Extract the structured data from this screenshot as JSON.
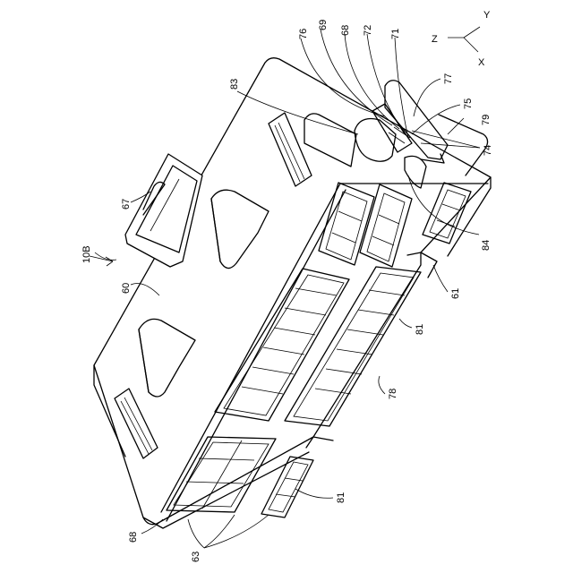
{
  "figure": {
    "reference_labels": {
      "r10B": "10B",
      "r60": "60",
      "r61": "61",
      "r63": "63",
      "r67": "67",
      "r68a": "68",
      "r68b": "68",
      "r69": "69",
      "r71": "71",
      "r72": "72",
      "r74": "74",
      "r75": "75",
      "r76": "76",
      "r77": "77",
      "r78": "78",
      "r79": "79",
      "r81a": "81",
      "r81b": "81",
      "r83": "83",
      "r84": "84"
    },
    "axes": {
      "x": "X",
      "y": "Y",
      "z": "Z"
    }
  }
}
